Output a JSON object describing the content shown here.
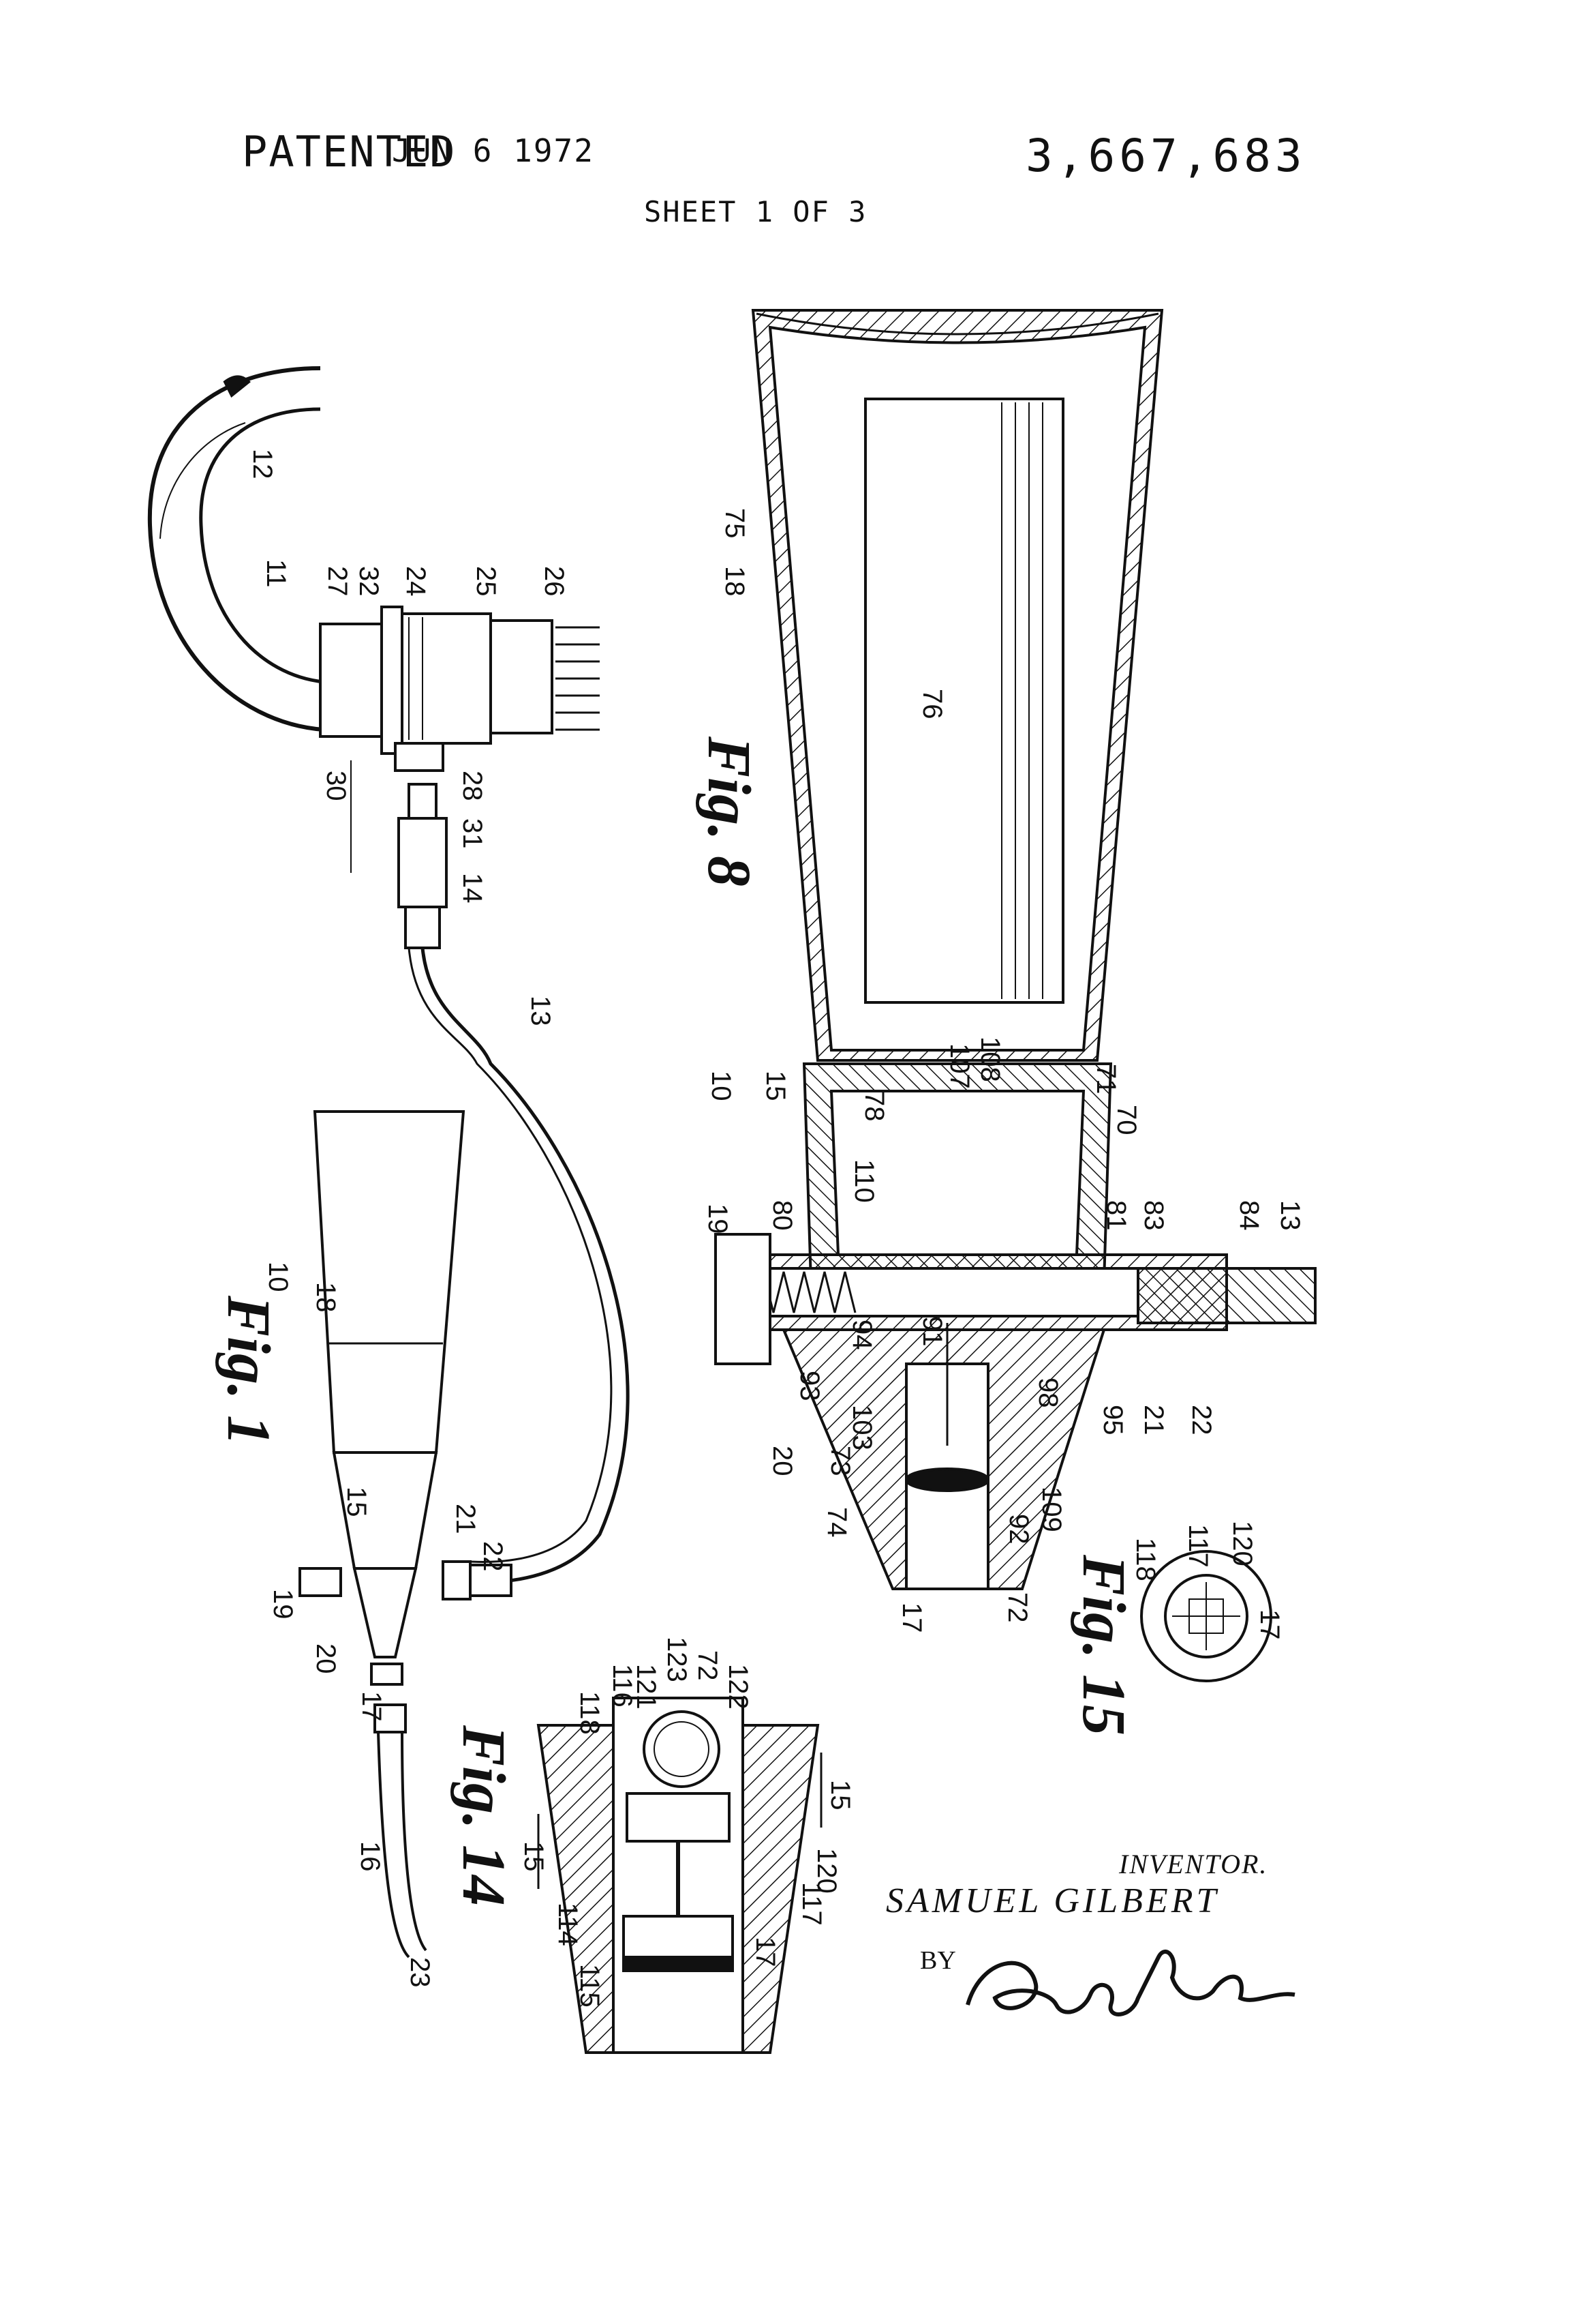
{
  "header": {
    "patented": "PATENTED",
    "date": "JUN 6 1972",
    "patent_number": "3,667,683",
    "sheet": "SHEET 1 OF 3"
  },
  "figures": {
    "fig1": "Fig. 1",
    "fig8": "Fig. 8",
    "fig14": "Fig. 14",
    "fig15": "Fig. 15"
  },
  "section_marks": [
    "15",
    "15"
  ],
  "labels_fig1": [
    "12",
    "11",
    "27",
    "32",
    "24",
    "25",
    "26",
    "30",
    "28",
    "31",
    "14",
    "13",
    "10",
    "18",
    "15",
    "19",
    "20",
    "21",
    "22",
    "17",
    "16",
    "23"
  ],
  "labels_fig8": [
    "75",
    "18",
    "76",
    "10",
    "15",
    "78",
    "107",
    "108",
    "71",
    "70",
    "110",
    "80",
    "19",
    "81",
    "83",
    "84",
    "13",
    "94",
    "91",
    "95",
    "21",
    "22",
    "93",
    "103",
    "98",
    "20",
    "73",
    "109",
    "92",
    "74",
    "72",
    "17"
  ],
  "labels_fig14": [
    "118",
    "116",
    "121",
    "123",
    "72",
    "122",
    "114",
    "115",
    "117",
    "120",
    "17"
  ],
  "labels_fig15": [
    "118",
    "117",
    "120",
    "17"
  ],
  "inventor_block": {
    "inventor_label": "INVENTOR.",
    "inventor_name": "SAMUEL GILBERT",
    "by": "BY",
    "signature": "Roger A. Marrs"
  }
}
